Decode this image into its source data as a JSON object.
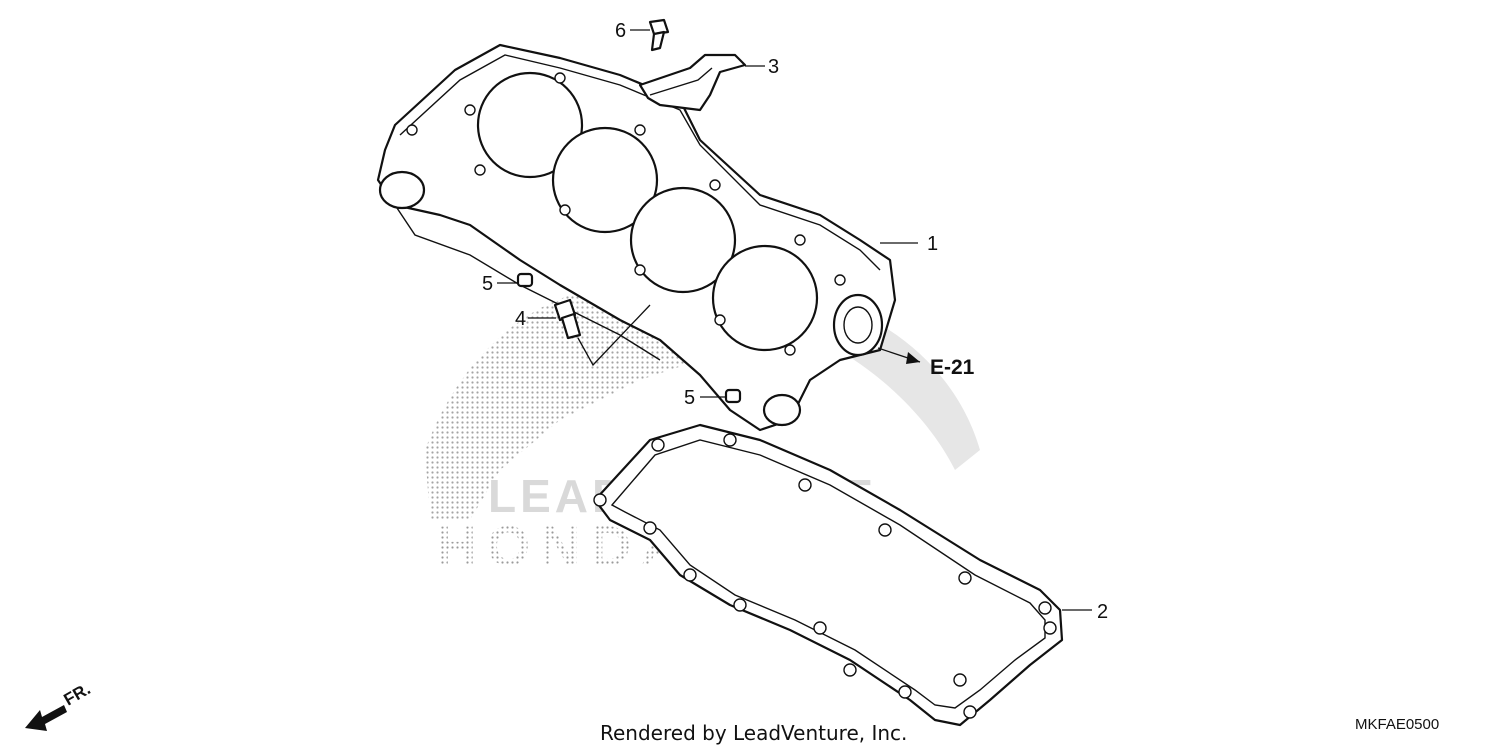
{
  "diagram": {
    "callouts": [
      {
        "id": "1",
        "label": "1"
      },
      {
        "id": "2",
        "label": "2"
      },
      {
        "id": "3",
        "label": "3"
      },
      {
        "id": "4",
        "label": "4"
      },
      {
        "id": "5a",
        "label": "5"
      },
      {
        "id": "5b",
        "label": "5"
      },
      {
        "id": "6",
        "label": "6"
      }
    ],
    "reference": "E-21",
    "direction_label": "FR.",
    "watermark_text": "LEADVENTURE",
    "watermark_brand": "HONDA",
    "footer_credit": "Rendered by LeadVenture, Inc.",
    "diagram_code": "MKFAE0500"
  }
}
